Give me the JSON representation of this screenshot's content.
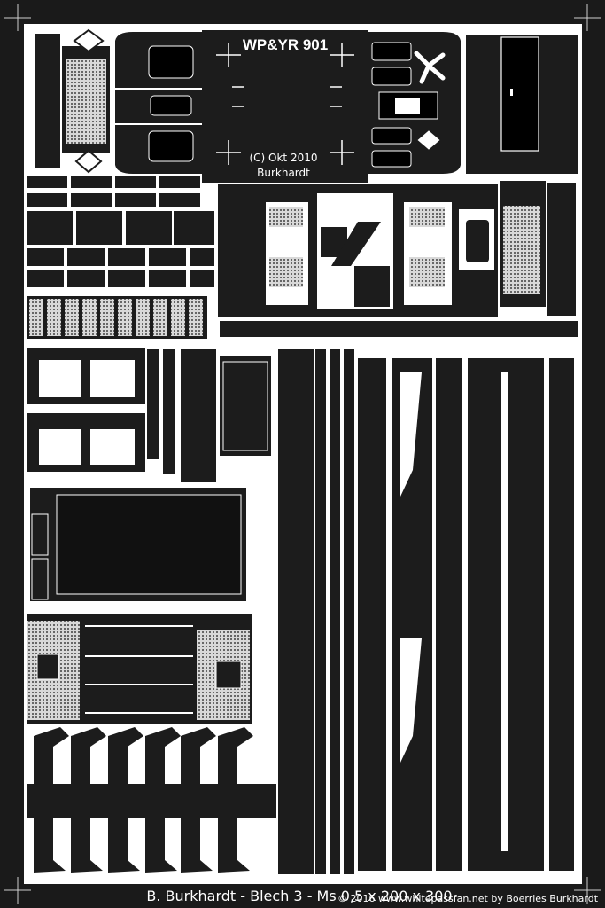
{
  "sheet": {
    "title": "WP&YR 901",
    "copyright_line1": "(C) Okt 2010",
    "copyright_line2": "Burkhardt",
    "footer": "B. Burkhardt - Blech 3 - Ms 0,5 x 200 x 300",
    "watermark": "© 2016 www.whitepassfan.net by Boerries Burkhardt"
  },
  "colors": {
    "etch": "#1c1c1c",
    "metal": "#ffffff",
    "mesh": "#b8b8b8",
    "border": "#1a1a1a"
  }
}
